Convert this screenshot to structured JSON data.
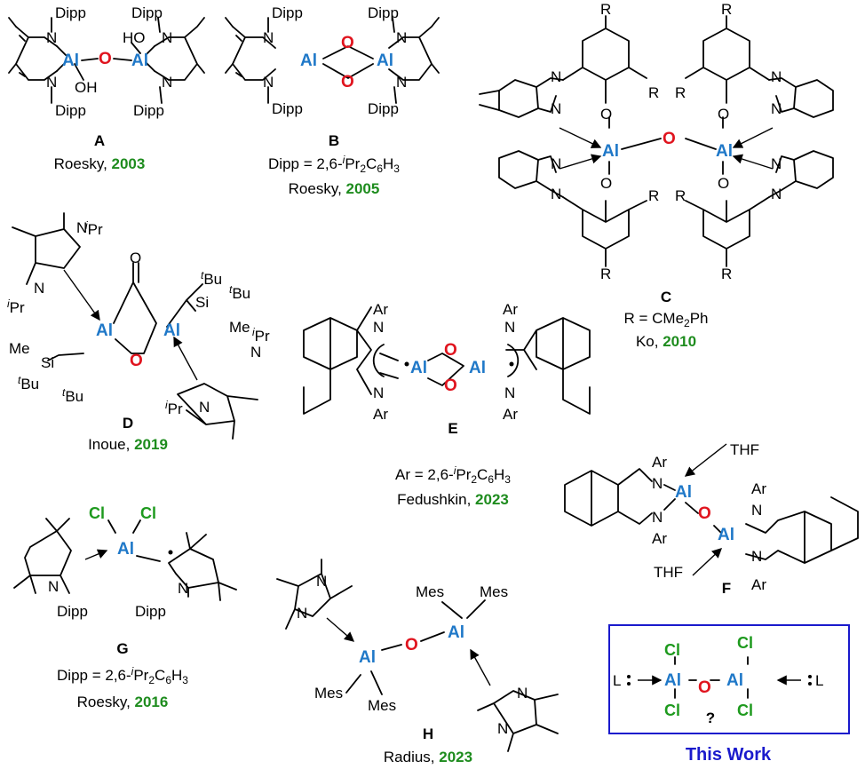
{
  "compounds": {
    "A": {
      "label": "A",
      "author": "Roesky, ",
      "year": "2003",
      "atoms": {
        "dipp1": "Dipp",
        "dipp2": "Dipp",
        "dipp3": "Dipp",
        "dipp4": "Dipp",
        "n1": "N",
        "n2": "N",
        "n3": "N",
        "n4": "N",
        "al1": "Al",
        "al2": "Al",
        "o": "O",
        "ho": "HO",
        "oh": "OH"
      }
    },
    "B": {
      "label": "B",
      "dipp_def": "Dipp  = 2,6-",
      "dipp_i": "i",
      "dipp_rest": "Pr",
      "dipp_sub2": "2",
      "dipp_c": "C",
      "dipp_sub6": "6",
      "dipp_h": "H",
      "dipp_sub3": "3",
      "author": "Roesky, ",
      "year": "2005",
      "atoms": {
        "dipp": "Dipp",
        "n": "N",
        "al": "Al",
        "o": "O"
      }
    },
    "C": {
      "label": "C",
      "r_def": "R = CMe",
      "r_sub": "2",
      "r_ph": "Ph",
      "author": "Ko, ",
      "year": "2010",
      "atoms": {
        "r": "R",
        "n": "N",
        "o": "O",
        "al": "Al"
      }
    },
    "D": {
      "label": "D",
      "author": "Inoue, ",
      "year": "2019",
      "atoms": {
        "ipr_i": "i",
        "ipr": "Pr",
        "n": "N",
        "al": "Al",
        "o": "O",
        "si": "Si",
        "tbu_t": "t",
        "tbu": "Bu",
        "me": "Me"
      }
    },
    "E": {
      "label": "E",
      "ar_def": "Ar = 2,6-",
      "ar_i": "i",
      "ar_rest": "Pr",
      "author": "Fedushkin, ",
      "year": "2023",
      "atoms": {
        "ar": "Ar",
        "n": "N",
        "al": "Al",
        "o": "O"
      }
    },
    "F": {
      "label": "F",
      "atoms": {
        "ar": "Ar",
        "n": "N",
        "al": "Al",
        "o": "O",
        "thf": "THF"
      }
    },
    "G": {
      "label": "G",
      "dipp_def": "Dipp  = 2,6-",
      "author": "Roesky, ",
      "year": "2016",
      "atoms": {
        "cl": "Cl",
        "al": "Al",
        "n": "N",
        "dipp": "Dipp"
      }
    },
    "H": {
      "label": "H",
      "author": "Radius, ",
      "year": "2023",
      "atoms": {
        "n": "N",
        "al": "Al",
        "o": "O",
        "mes": "Mes"
      }
    },
    "work": {
      "title": "This Work",
      "question": "?",
      "atoms": {
        "l": "L",
        "cl": "Cl",
        "al": "Al",
        "o": "O"
      }
    }
  },
  "colors": {
    "aluminum": "#1f78c8",
    "oxygen": "#e0141e",
    "chlorine": "#1e9a1e",
    "year": "#1e8c1e",
    "box": "#1a1acc"
  }
}
